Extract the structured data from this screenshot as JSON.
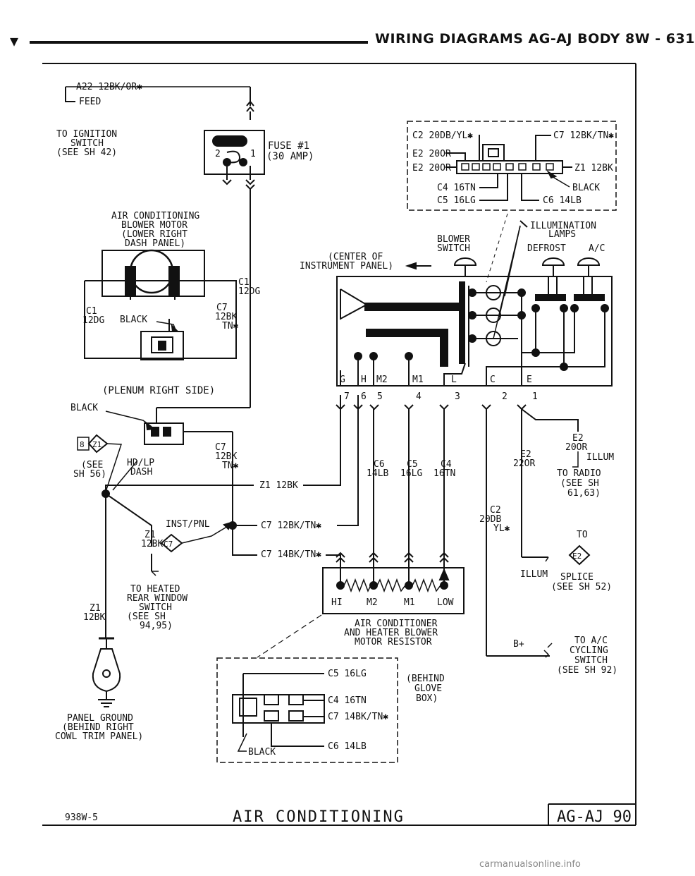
{
  "header": {
    "title": "WIRING DIAGRAMS AG-AJ BODY   8W - 631"
  },
  "footer": {
    "code": "938W-5",
    "title": "AIR CONDITIONING",
    "box": "AG-AJ 90"
  },
  "watermark": "carmanualsonline.info",
  "labels": {
    "feed_wire": "A22 12BK/OR✱",
    "feed": "FEED",
    "ign1": "TO IGNITION",
    "ign2": "SWITCH",
    "ign3": "(SEE SH 42)",
    "fuse1": "FUSE #1",
    "fuse2": "(30 AMP)",
    "fuse_pin2": "2",
    "fuse_pin1": "1",
    "abm1": "AIR CONDITIONING",
    "abm2": "BLOWER MOTOR",
    "abm3": "(LOWER RIGHT",
    "abm4": "DASH PANEL)",
    "c1_12dg_r1": "C1",
    "c1_12dg_r2": "12DG",
    "c1_12dg_l1": "C1",
    "c1_12dg_l2": "12DG",
    "c7_blk_1": "C7",
    "c7_blk_2": "12BK",
    "c7_blk_3": "TN✱",
    "black_m": "BLACK",
    "plenum": "(PLENUM RIGHT SIDE)",
    "black_2": "BLACK",
    "splice8": "8",
    "splice8z": "Z1",
    "see56a": "(SEE",
    "see56b": "SH 56)",
    "hdlp1": "HD/LP",
    "hdlp2": "DASH",
    "c7b_1": "C7",
    "c7b_2": "12BK",
    "c7b_3": "TN✱",
    "z1_12bk": "Z1 12BK",
    "instpnl": "INST/PNL",
    "z1a": "Z1",
    "z1b": "12BK",
    "c7_label": "C7",
    "c7_wire1": "C7 12BK/TN✱",
    "c7_wire2": "C7 14BK/TN✱",
    "thrw1": "TO HEATED",
    "thrw2": "REAR WINDOW",
    "thrw3": "SWITCH",
    "thrw4": "(SEE SH",
    "thrw5": "94,95)",
    "z1c": "Z1",
    "z1d": "12BK",
    "pg1": "PANEL GROUND",
    "pg2": "(BEHIND RIGHT",
    "pg3": "COWL TRIM PANEL)",
    "conn_c2": "C2 20DB/YL✱",
    "conn_c7": "C7 12BK/TN✱",
    "conn_e2a": "E2 20OR",
    "conn_e2b": "E2 20OR",
    "conn_z1": "Z1 12BK",
    "conn_c4": "C4 16TN",
    "conn_black": "BLACK",
    "conn_c5": "C5 16LG",
    "conn_c6": "C6 14LB",
    "illum1": "ILLUMINATION",
    "illum2": "LAMPS",
    "blower1": "BLOWER",
    "blower2": "SWITCH",
    "defrost": "DEFROST",
    "ac": "A/C",
    "center1": "(CENTER OF",
    "center2": "INSTRUMENT PANEL)",
    "pins": [
      "G",
      "H",
      "M2",
      "M1",
      "L",
      "C",
      "E"
    ],
    "nums": [
      "7",
      "6",
      "5",
      "4",
      "3",
      "2",
      "1"
    ],
    "c6_1": "C6",
    "c6_2": "14LB",
    "c5_1": "C5",
    "c5_2": "16LG",
    "c4_1": "C4",
    "c4_2": "16TN",
    "c2_1": "C2",
    "c2_2": "20DB",
    "c2_3": "YL✱",
    "e2r_1": "E2",
    "e2r_2": "20OR",
    "illum_s": "ILLUM",
    "e2l_1": "E2",
    "e2l_2": "22OR",
    "radio1": "TO RADIO",
    "radio2": "(SEE SH",
    "radio3": "61,63)",
    "to": "TO",
    "e2sp": "E2",
    "illum_b": "ILLUM",
    "splice1": "SPLICE",
    "splice2": "(SEE SH 52)",
    "res_hi": "HI",
    "res_m2": "M2",
    "res_m1": "M1",
    "res_low": "LOW",
    "res1": "AIR CONDITIONER",
    "res2": "AND HEATER BLOWER",
    "res3": "MOTOR RESISTOR",
    "bplus": "B+",
    "cyc1": "TO A/C",
    "cyc2": "CYCLING",
    "cyc3": "SWITCH",
    "cyc4": "(SEE SH 92)",
    "bc_c5": "C5 16LG",
    "bc_c4": "C4 16TN",
    "bc_c7": "C7 14BK/TN✱",
    "bc_c6": "C6 14LB",
    "bc_black": "BLACK",
    "glove1": "(BEHIND",
    "glove2": "GLOVE",
    "glove3": "BOX)"
  }
}
